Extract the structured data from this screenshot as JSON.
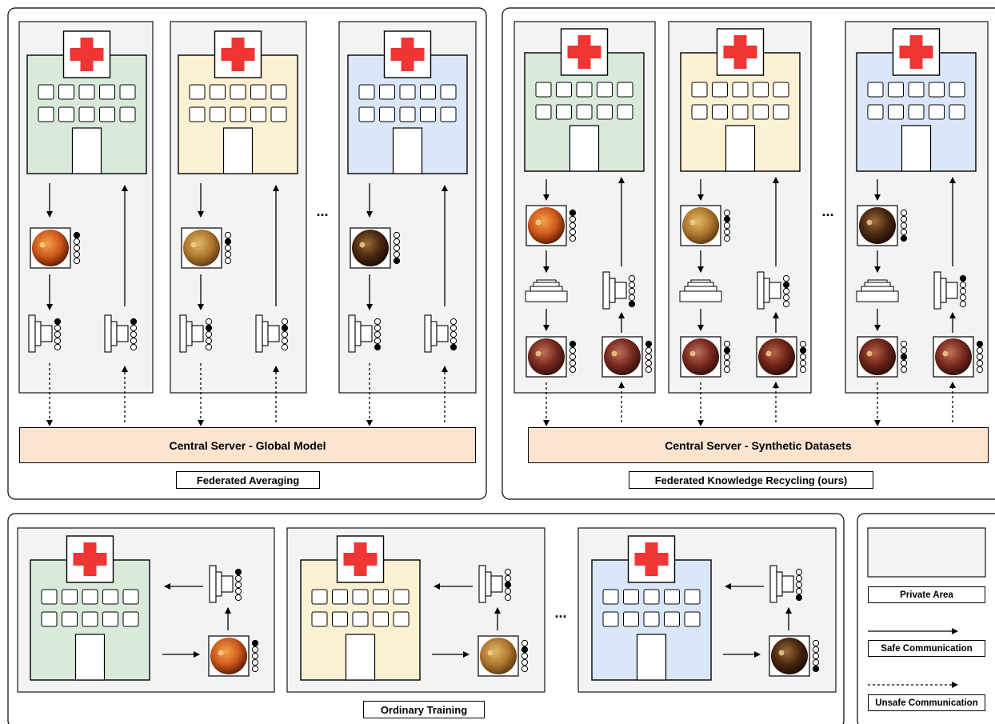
{
  "panels": {
    "fedavg": {
      "caption": "Federated Averaging",
      "server": "Central Server - Global Model"
    },
    "fkr": {
      "caption": "Federated Knowledge Recycling (ours)",
      "server": "Central Server - Synthetic Datasets"
    },
    "ordinary": {
      "caption": "Ordinary Training"
    }
  },
  "ellipsis": "...",
  "legend": {
    "private_area": "Private Area",
    "safe_communication": "Safe Communication",
    "unsafe_communication": "Unsafe Communication"
  },
  "hospital_colors": [
    "#d9eadb",
    "#fdf1d4",
    "#dae7f9"
  ],
  "colors": {
    "private_area_fill": "#f3f3f3",
    "server_fill": "#fde4d0",
    "cross": "#f03535"
  },
  "icons": {
    "hospital": "hospital-icon",
    "cross": "red-cross-icon",
    "fundus": "retinal-fundus-image-icon",
    "model": "neural-network-model-icon",
    "generator": "generative-model-icon"
  }
}
